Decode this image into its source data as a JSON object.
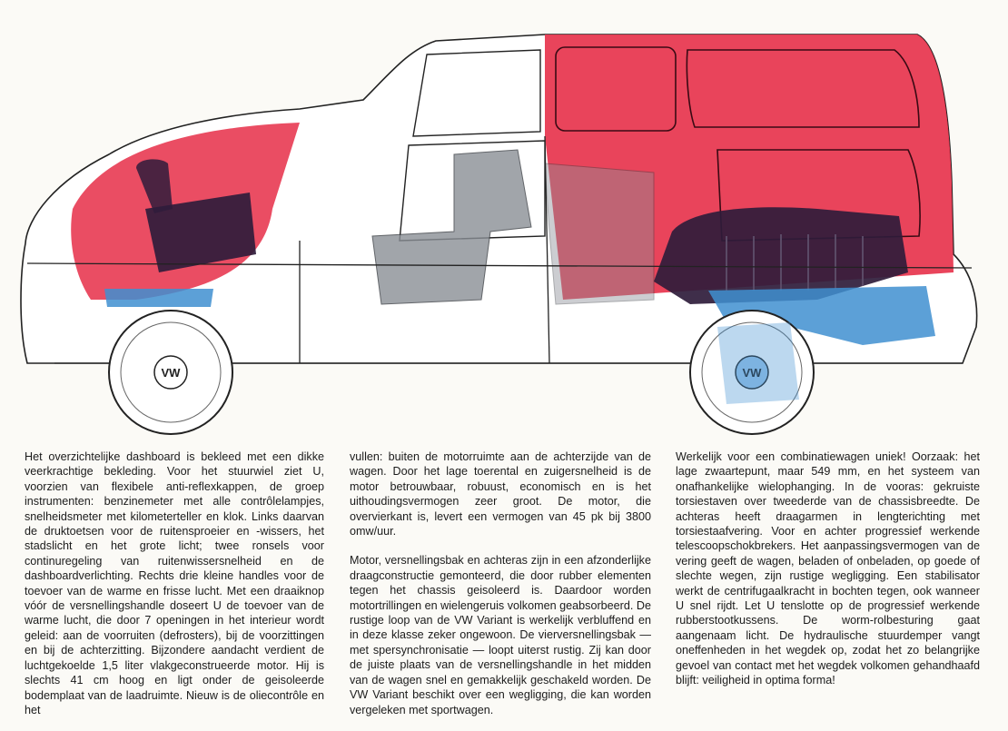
{
  "illustration": {
    "wheel_emblem_front": "VW",
    "wheel_emblem_rear": "VW",
    "highlight_colors": {
      "luggage": "#e83a52",
      "engine": "#2f1c3b",
      "chassis": "#3f8fd0",
      "interior": "#8a8f96"
    }
  },
  "columns": [
    {
      "paragraphs": [
        "Het overzichtelijke dashboard is bekleed met een dikke veerkrachtige bekleding. Voor het stuurwiel ziet U, voorzien van flexibele anti-reflexkappen, de groep instrumenten: benzinemeter met alle contrôlelampjes, snelheidsmeter met kilometerteller en klok. Links daarvan de druktoetsen voor de ruitensproeier en -wissers, het stadslicht en het grote licht; twee ronsels voor continuregeling van ruitenwissersnelheid en de dashboardverlichting. Rechts drie kleine handles voor de toevoer van de warme en frisse lucht. Met een draaiknop vóór de versnellingshandle doseert U de toevoer van de warme lucht, die door 7 openingen in het interieur wordt geleid: aan de voorruiten (defrosters), bij de voorzittingen en bij de achterzitting. Bijzondere aandacht verdient de luchtgekoelde 1,5 liter vlakgeconstrueerde motor. Hij is slechts 41 cm hoog en ligt onder de geisoleerde bodemplaat van de laadruimte. Nieuw is de oliecontrôle en het"
      ]
    },
    {
      "paragraphs": [
        "vullen: buiten de motorruimte aan de achterzijde van de wagen. Door het lage toerental en zuigersnelheid is de motor betrouwbaar, robuust, economisch en is het uithoudingsvermogen zeer groot. De motor, die overvierkant is, levert een vermogen van 45 pk bij 3800 omw/uur.",
        "Motor, versnellingsbak en achteras zijn in een afzonderlijke draagconstructie gemonteerd, die door rubber elementen tegen het chassis geisoleerd is. Daardoor worden motortrillingen en wielengeruis volkomen geabsorbeerd. De rustige loop van de VW Variant is werkelijk verbluffend en in deze klasse zeker ongewoon. De vierversnellingsbak — met spersynchronisatie — loopt uiterst rustig. Zij kan door de juiste plaats van de versnellingshandle in het midden van de wagen snel en gemakkelijk geschakeld worden. De VW Variant beschikt over een wegligging, die kan worden vergeleken met sportwagen."
      ]
    },
    {
      "paragraphs": [
        "Werkelijk voor een combinatiewagen uniek! Oorzaak: het lage zwaartepunt, maar 549 mm, en het systeem van onafhankelijke wielophanging. In de vooras: gekruiste torsiestaven over tweederde van de chassisbreedte. De achteras heeft draagarmen in lengterichting met torsiestaafvering. Voor en achter progressief werkende telescoopschokbrekers. Het aanpassingsvermogen van de vering geeft de wagen, beladen of onbeladen, op goede of slechte wegen, zijn rustige wegligging. Een stabilisator werkt de centrifugaalkracht in bochten tegen, ook wanneer U snel rijdt. Let U tenslotte op de progressief werkende rubberstootkussens. De worm-rolbesturing gaat aangenaam licht. De hydraulische stuurdemper vangt oneffenheden in het wegdek op, zodat het zo belangrijke gevoel van contact met het wegdek volkomen gehandhaafd blijft: veiligheid in optima forma!"
      ]
    }
  ]
}
